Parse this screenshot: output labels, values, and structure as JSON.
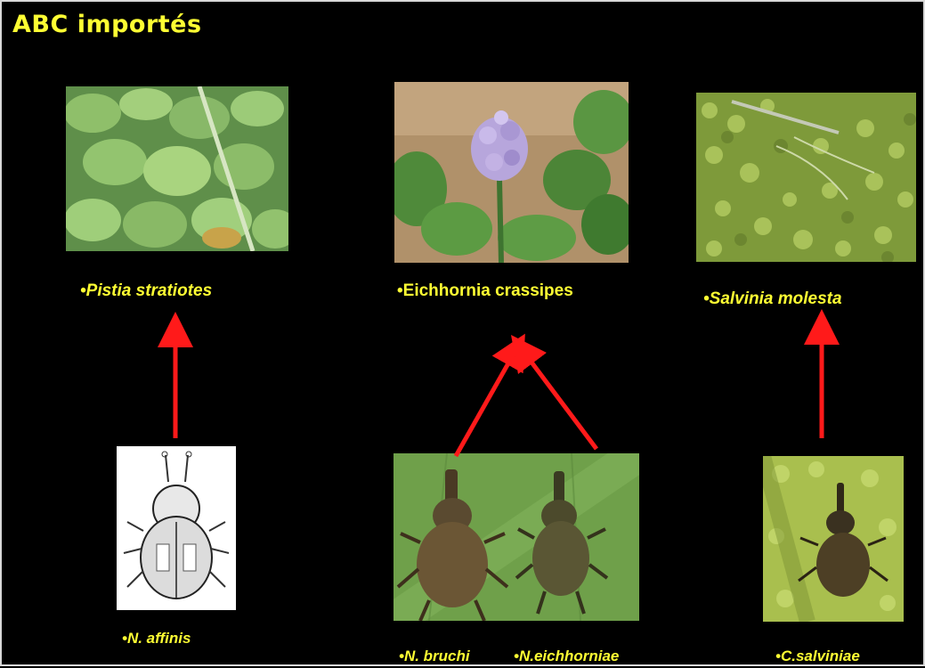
{
  "slide": {
    "title": "ABC importés"
  },
  "plants": [
    {
      "name": "Pistia stratiotes",
      "bullet": "•"
    },
    {
      "name": "Eichhornia crassipes",
      "bullet": "•"
    },
    {
      "name": "Salvinia molesta",
      "bullet": "•"
    }
  ],
  "insects": [
    {
      "name": "N. affinis",
      "bullet": "•"
    },
    {
      "name": "N. bruchi",
      "bullet": "•"
    },
    {
      "name": "N.eichhorniae",
      "bullet": "•"
    },
    {
      "name": "C.salviniae",
      "bullet": "•"
    }
  ],
  "colors": {
    "background": "#000000",
    "text": "#ffff33",
    "arrow": "#ff1a1a"
  }
}
